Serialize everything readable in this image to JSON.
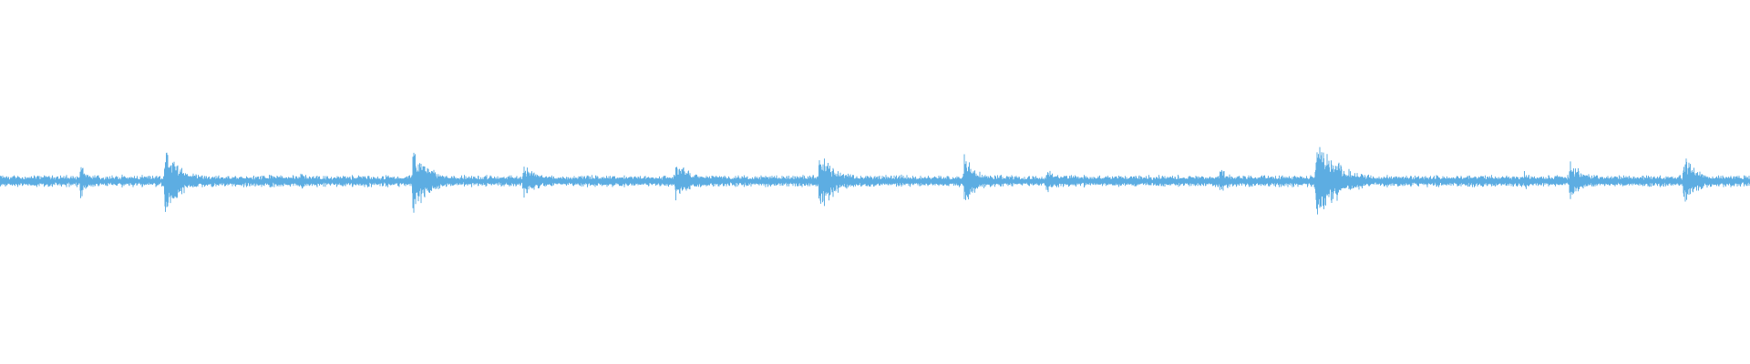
{
  "waveform": {
    "color": "#5dade2",
    "baseline_amplitude": 0.012,
    "transients": [
      {
        "position": 0.046,
        "amplitude": 0.06,
        "decay": 0.004
      },
      {
        "position": 0.094,
        "amplitude": 0.1,
        "decay": 0.012
      },
      {
        "position": 0.172,
        "amplitude": 0.03,
        "decay": 0.005
      },
      {
        "position": 0.236,
        "amplitude": 0.11,
        "decay": 0.01
      },
      {
        "position": 0.299,
        "amplitude": 0.05,
        "decay": 0.01
      },
      {
        "position": 0.34,
        "amplitude": 0.02,
        "decay": 0.004
      },
      {
        "position": 0.386,
        "amplitude": 0.06,
        "decay": 0.012
      },
      {
        "position": 0.468,
        "amplitude": 0.09,
        "decay": 0.012
      },
      {
        "position": 0.551,
        "amplitude": 0.08,
        "decay": 0.008
      },
      {
        "position": 0.598,
        "amplitude": 0.04,
        "decay": 0.008
      },
      {
        "position": 0.697,
        "amplitude": 0.04,
        "decay": 0.008
      },
      {
        "position": 0.752,
        "amplitude": 0.14,
        "decay": 0.014
      },
      {
        "position": 0.871,
        "amplitude": 0.03,
        "decay": 0.008
      },
      {
        "position": 0.897,
        "amplitude": 0.06,
        "decay": 0.01
      },
      {
        "position": 0.962,
        "amplitude": 0.08,
        "decay": 0.01
      }
    ]
  }
}
